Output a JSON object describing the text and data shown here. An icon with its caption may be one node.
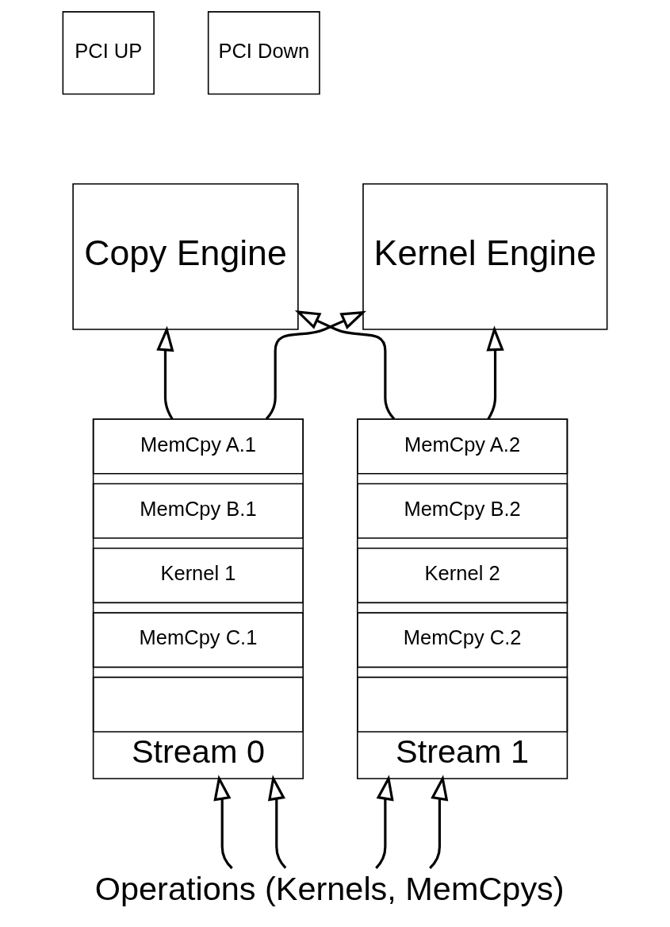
{
  "diagram": {
    "nodes": [
      {
        "text": [
          "PCI UP"
        ]
      },
      {
        "text": [
          "PCI Down"
        ]
      },
      {
        "text": [
          "Copy Engine"
        ]
      },
      {
        "text": [
          "Kernel Engine"
        ]
      },
      {
        "text": [
          "Stream 0"
        ]
      },
      {
        "text": [
          "MemCpy A.1"
        ],
        "in": 4
      },
      {
        "text": [
          "MemCpy B.1"
        ],
        "in": 4
      },
      {
        "text": [
          "Kernel 1"
        ],
        "in": 4
      },
      {
        "text": [
          "MemCpy C.1"
        ],
        "in": 4
      },
      {
        "text": [],
        "shape": "box",
        "in": 4
      },
      {
        "text": [
          "Stream 1"
        ]
      },
      {
        "text": [
          "MemCpy A.2"
        ],
        "in": 10
      },
      {
        "text": [
          "MemCpy B.2"
        ],
        "in": 10
      },
      {
        "text": [
          "Kernel 2"
        ],
        "in": 10
      },
      {
        "text": [
          "MemCpy C.2"
        ],
        "in": 10
      },
      {
        "text": [],
        "shape": "box",
        "in": 10
      },
      {
        "text": [
          "Operations (Kernels, MemCpys)"
        ]
      }
    ],
    "edges": [
      {
        "from": 4,
        "to": 2,
        "arrow": "to"
      },
      {
        "from": 4,
        "to": 3,
        "arrow": "to"
      },
      {
        "from": 10,
        "to": 2,
        "arrow": "to"
      },
      {
        "from": 10,
        "to": 3,
        "arrow": "to"
      },
      {
        "from": 16,
        "to": 4,
        "arrow": "to"
      },
      {
        "from": 16,
        "to": 10,
        "arrow": "to"
      },
      {
        "from": 16,
        "to": 4,
        "arrow": "to"
      },
      {
        "from": 16,
        "to": 10,
        "arrow": "to"
      }
    ]
  }
}
